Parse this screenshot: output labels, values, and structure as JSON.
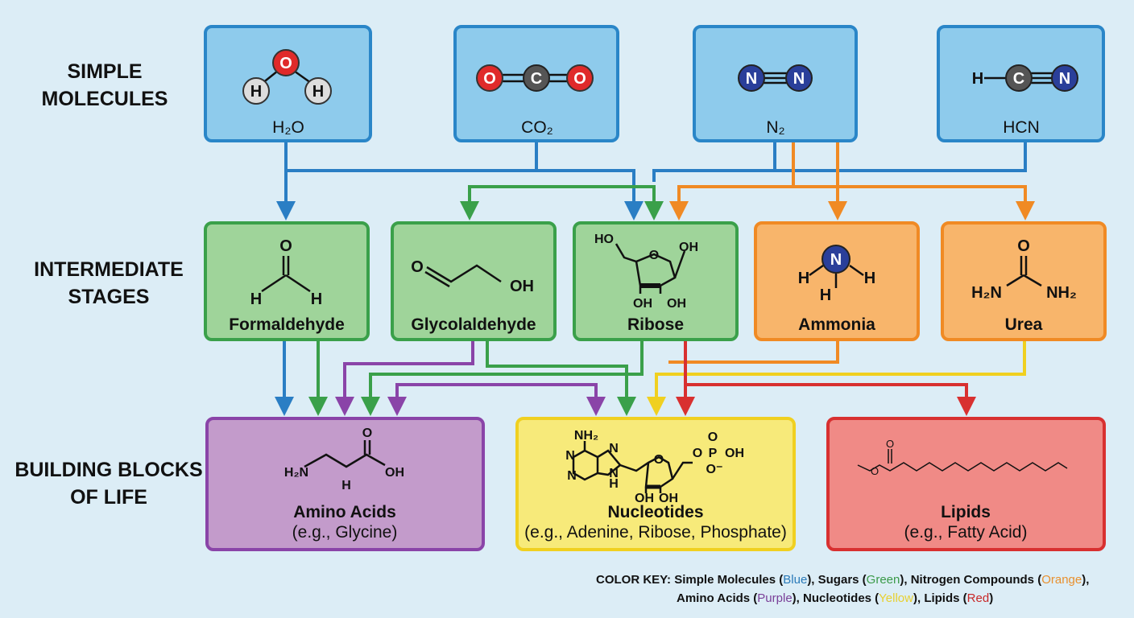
{
  "row_labels": {
    "simple": [
      "SIMPLE",
      "MOLECULES"
    ],
    "intermediate": [
      "INTERMEDIATE",
      "STAGES"
    ],
    "building": [
      "BUILDING BLOCKS",
      "OF LIFE"
    ]
  },
  "simple_molecules": [
    {
      "name": "H₂O",
      "atoms": [
        "O",
        "H",
        "H"
      ]
    },
    {
      "name": "CO₂",
      "atoms": [
        "O",
        "C",
        "O"
      ]
    },
    {
      "name": "N₂",
      "atoms": [
        "N",
        "N"
      ]
    },
    {
      "name": "HCN",
      "atoms": [
        "H",
        "C",
        "N"
      ]
    }
  ],
  "intermediates": [
    {
      "name": "Formaldehyde",
      "atoms": [
        "O",
        "H",
        "H"
      ]
    },
    {
      "name": "Glycolaldehyde",
      "atoms": [
        "O",
        "OH"
      ]
    },
    {
      "name": "Ribose",
      "atoms": [
        "HO",
        "O",
        "OH",
        "OH",
        "OH"
      ]
    },
    {
      "name": "Ammonia",
      "atoms": [
        "N",
        "H",
        "H",
        "H"
      ]
    },
    {
      "name": "Urea",
      "atoms": [
        "O",
        "H₂N",
        "NH₂"
      ]
    }
  ],
  "building_blocks": [
    {
      "name": "Amino Acids",
      "example": "(e.g., Glycine)",
      "atoms": [
        "H₂N",
        "H",
        "O",
        "OH"
      ]
    },
    {
      "name": "Nucleotides",
      "example": "(e.g., Adenine, Ribose, Phosphate)",
      "atoms": [
        "NH₂",
        "N",
        "N",
        "N",
        "N",
        "H",
        "O",
        "O",
        "P",
        "OH",
        "O",
        "O⁻",
        "OH",
        "OH"
      ]
    },
    {
      "name": "Lipids",
      "example": "(e.g., Fatty Acid)",
      "atoms": [
        "O",
        "O"
      ]
    }
  ],
  "color_key": {
    "prefix": "COLOR KEY: ",
    "line1": [
      [
        "Simple Molecules (",
        ""
      ],
      [
        "Blue",
        "#2a7ab8"
      ],
      [
        "), Sugars (",
        ""
      ],
      [
        "Green",
        "#3a9a48"
      ],
      [
        "), Nitrogen Compounds (",
        ""
      ],
      [
        "Orange",
        "#e8902e"
      ],
      [
        "),",
        ""
      ]
    ],
    "line2": [
      [
        "Amino Acids (",
        ""
      ],
      [
        "Purple",
        "#7a3f98"
      ],
      [
        "), Nucleotides (",
        ""
      ],
      [
        "Yellow",
        "#e8d030"
      ],
      [
        "), Lipids (",
        ""
      ],
      [
        "Red",
        "#c82828"
      ],
      [
        ")",
        ""
      ]
    ]
  },
  "colors": {
    "blue": "#2a86c8",
    "green": "#3aa04a",
    "orange": "#f08a24",
    "purple": "#8a44a8",
    "yellow": "#f0d020",
    "red": "#d83030"
  }
}
